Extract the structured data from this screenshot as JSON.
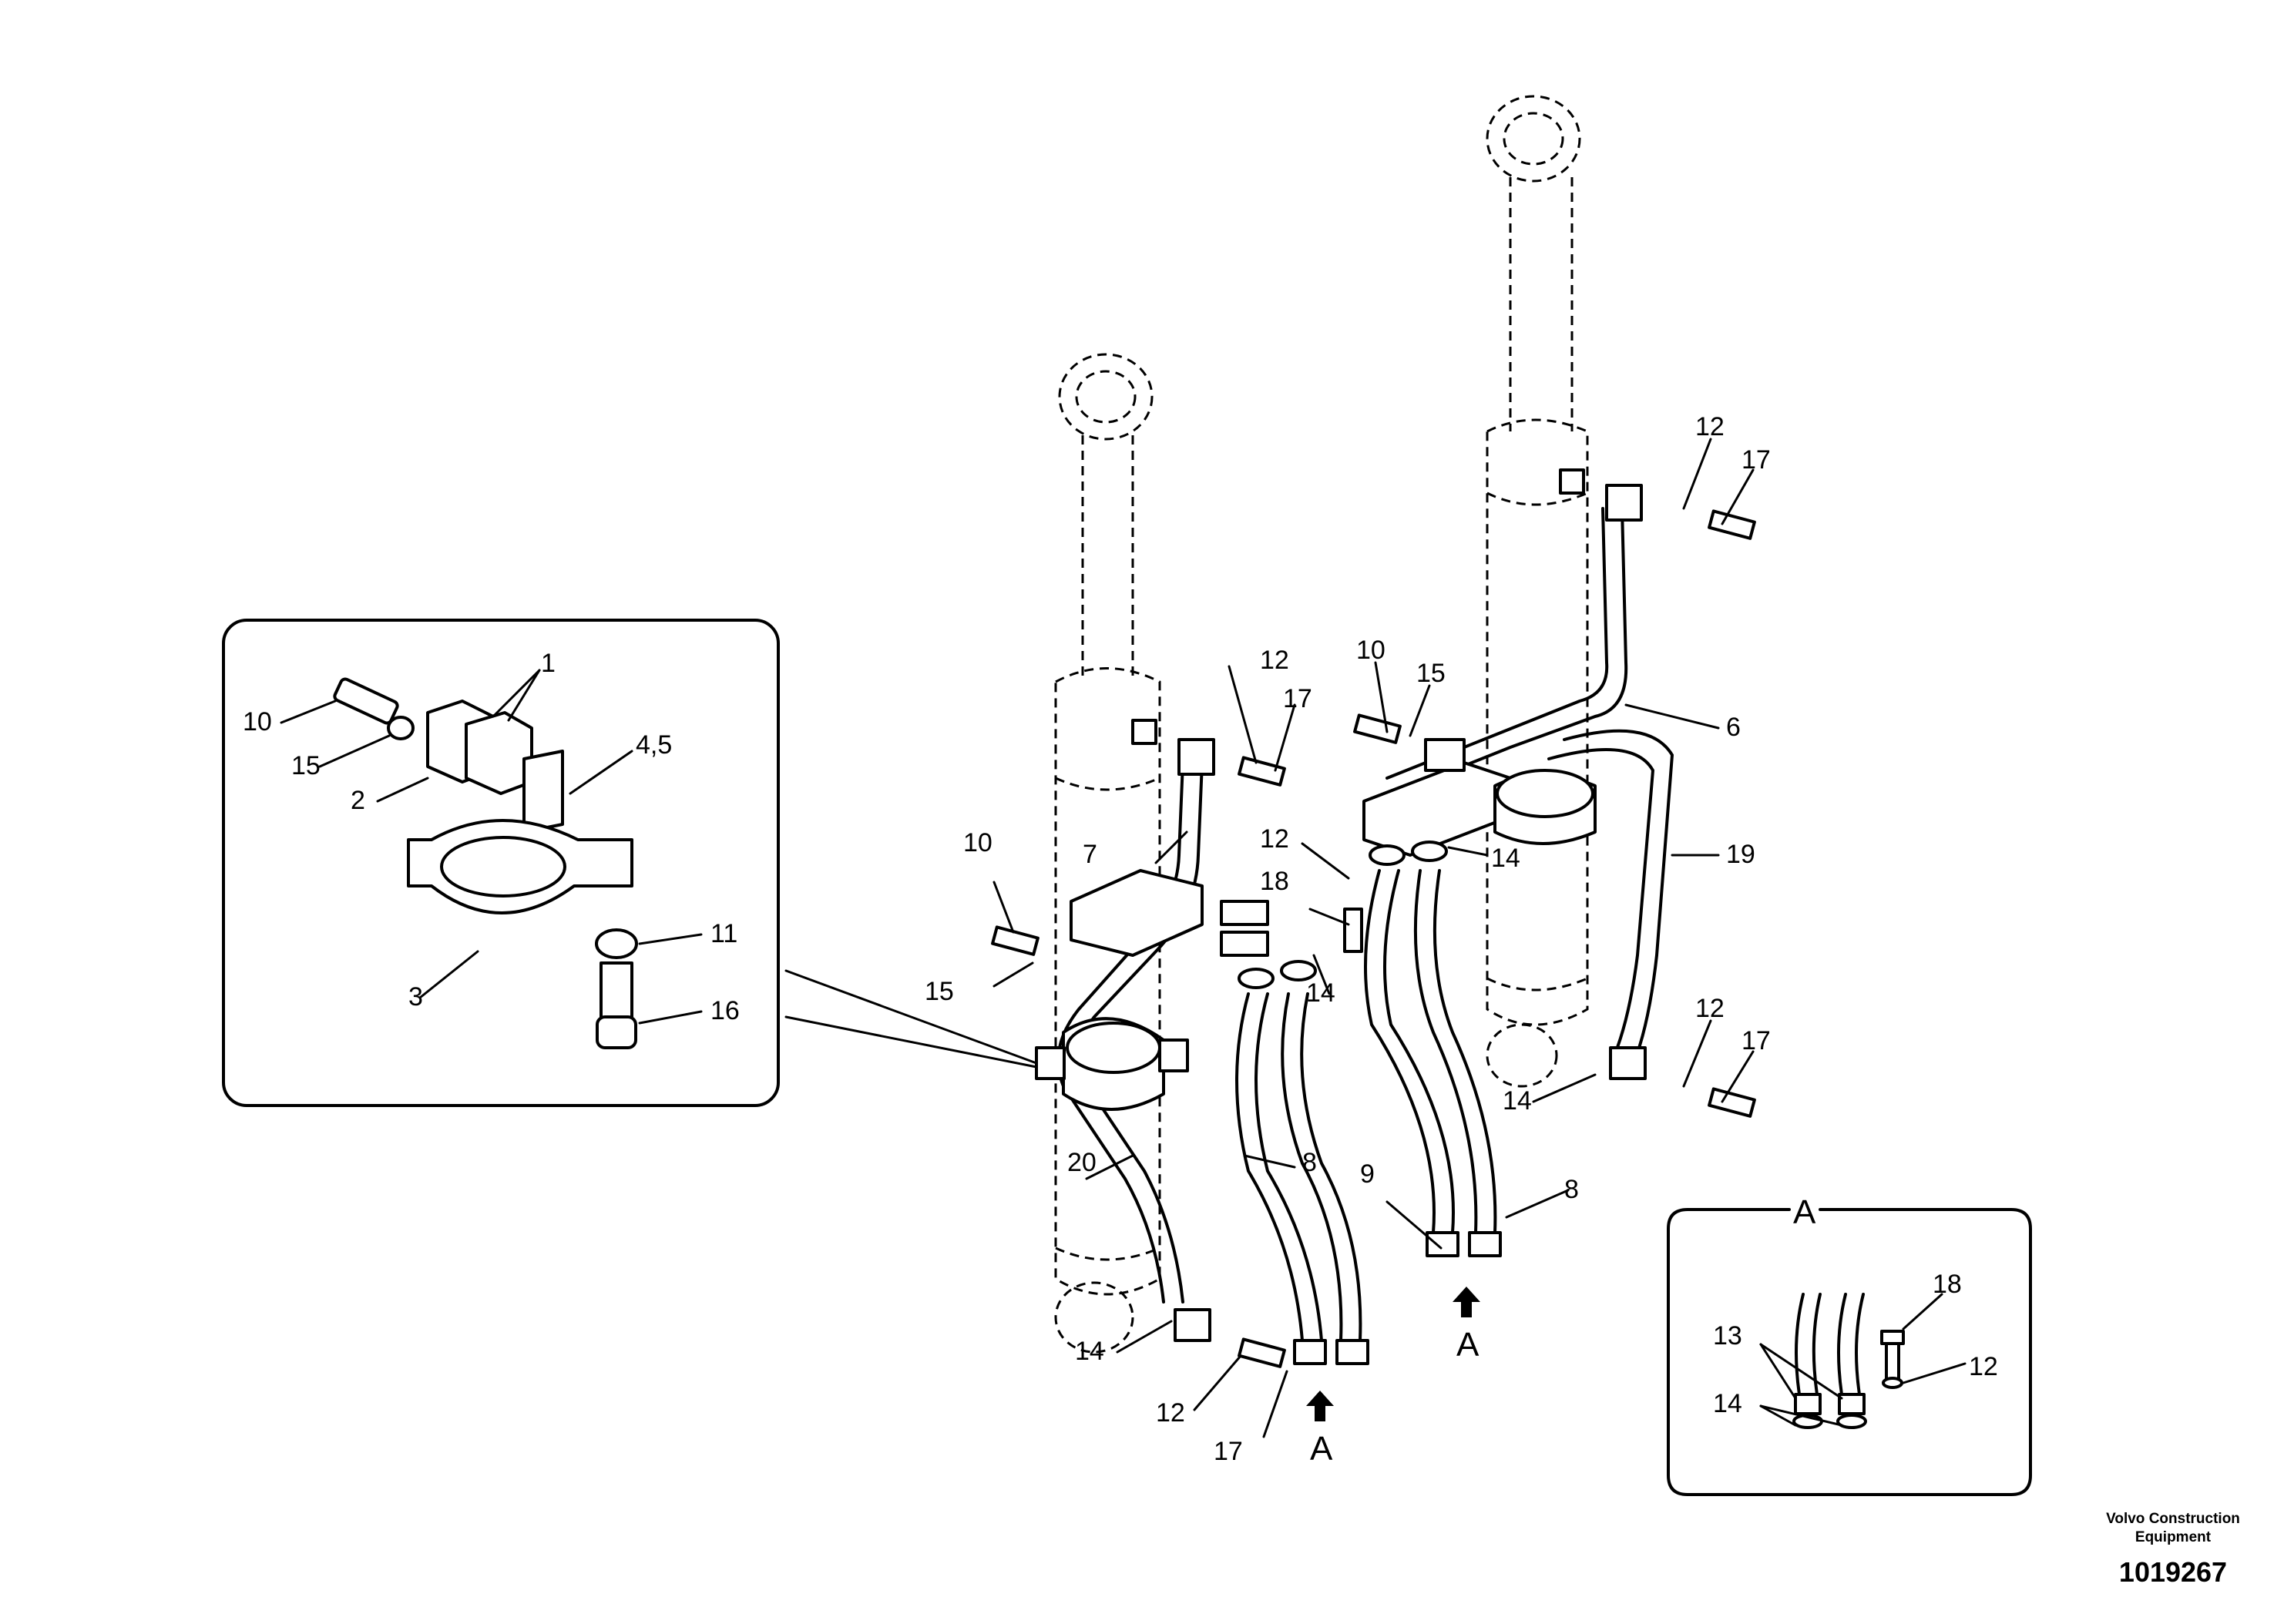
{
  "diagram": {
    "type": "exploded parts diagram (hydraulic lines, boom cylinders)",
    "labels": {
      "inset_10": "10",
      "inset_15": "15",
      "inset_1": "1",
      "inset_2": "2",
      "inset_45": "4,5",
      "inset_3": "3",
      "inset_11": "11",
      "inset_16": "16",
      "l7": "7",
      "l10a": "10",
      "l15a": "15",
      "l12a": "12",
      "l17a": "17",
      "l18": "18",
      "l14a": "14",
      "l20": "20",
      "l8a": "8",
      "l14b": "14",
      "l12b": "12",
      "l17b": "17",
      "l9": "9",
      "l8b": "8",
      "l10b": "10",
      "l15b": "15",
      "l12c": "12",
      "l17c": "17",
      "l6": "6",
      "l12d": "12",
      "l14c": "14",
      "l19": "19",
      "l12e": "12",
      "l17d": "17",
      "l14d": "14",
      "arrow_a1": "A",
      "arrow_a2": "A",
      "detail_title": "A",
      "d18": "18",
      "d13": "13",
      "d12": "12",
      "d14": "14"
    }
  },
  "footer": {
    "company_line1": "Volvo Construction",
    "company_line2": "Equipment",
    "drawing_number": "1019267"
  }
}
